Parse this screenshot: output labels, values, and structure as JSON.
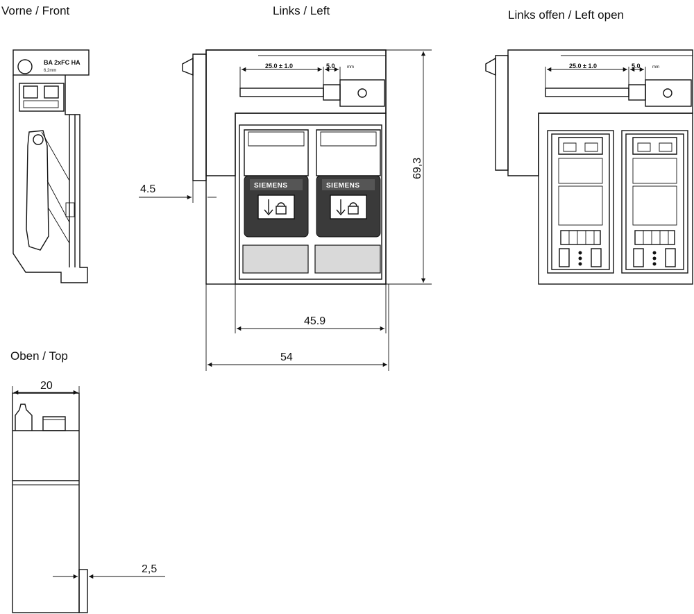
{
  "views": {
    "front": {
      "title": "Vorne / Front",
      "label_line1": "BA 2xFC HA",
      "label_line2": "6,2mm"
    },
    "left": {
      "title": "Links / Left",
      "brand": "SIEMENS"
    },
    "left_open": {
      "title": "Links offen / Left open"
    },
    "top": {
      "title": "Oben / Top"
    }
  },
  "dimensions": {
    "strip_length": "25.0 ± 1.0",
    "strip_gap": "5.0",
    "strip_unit": "mm",
    "height": "69,3",
    "offset": "4.5",
    "inner_width": "45.9",
    "overall_width": "54",
    "top_width": "20",
    "top_offset": "2,5"
  }
}
